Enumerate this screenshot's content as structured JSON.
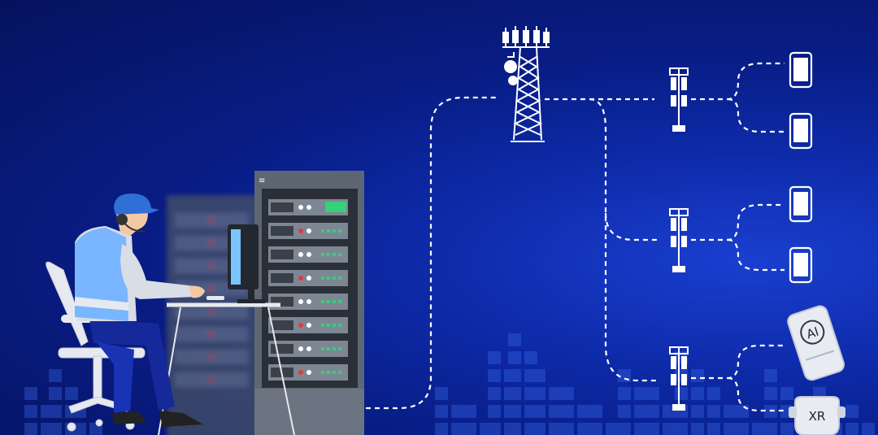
{
  "labels": {
    "ai": "AI",
    "xr": "XR"
  },
  "colors": {
    "background_deep": "#06125e",
    "background_bright": "#1a3fd0",
    "line": "#ffffff",
    "rack": "#5d6673",
    "led_green": "#35d07a",
    "led_red": "#e23b3b",
    "helmet": "#2f6fd6",
    "vest": "#7ab6ff"
  },
  "icons": [
    "operator-figure",
    "office-chair",
    "server-rack",
    "monitor",
    "main-tower-icon",
    "small-tower-icon",
    "phone-icon",
    "ai-device-icon",
    "xr-headset-icon"
  ]
}
